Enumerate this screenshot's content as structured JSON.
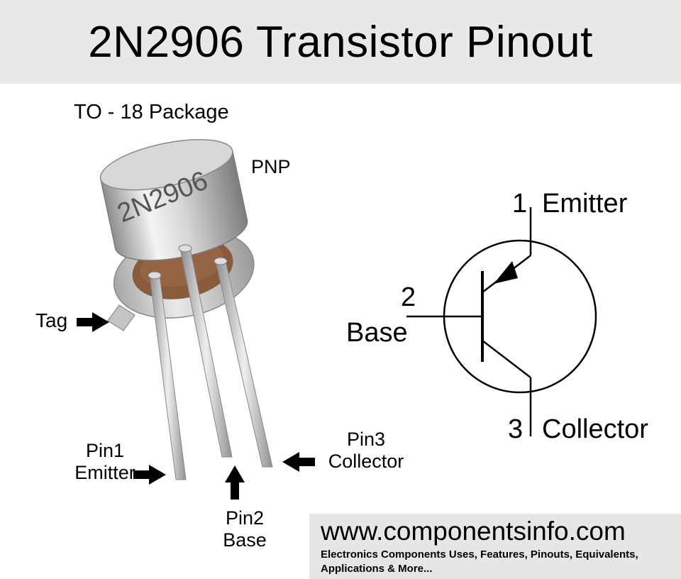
{
  "title": "2N2906 Transistor Pinout",
  "package_label": "TO - 18 Package",
  "type_label": "PNP",
  "body_marking": "2N2906",
  "tag_label": "Tag",
  "pins": {
    "pin1": {
      "name": "Pin1",
      "function": "Emitter"
    },
    "pin2": {
      "name": "Pin2",
      "function": "Base"
    },
    "pin3": {
      "name": "Pin3",
      "function": "Collector"
    }
  },
  "symbol": {
    "emitter_number": "1",
    "emitter_label": "Emitter",
    "base_number": "2",
    "base_label": "Base",
    "collector_number": "3",
    "collector_label": "Collector"
  },
  "footer": {
    "url": "www.componentsinfo.com",
    "tagline": "Electronics Components Uses, Features, Pinouts, Equivalents, Applications & More..."
  },
  "colors": {
    "header_bg": "#e8e8e8",
    "footer_bg": "#e6e6e6",
    "metal": "#bdbdbd",
    "insulator": "#8a5a3c"
  }
}
